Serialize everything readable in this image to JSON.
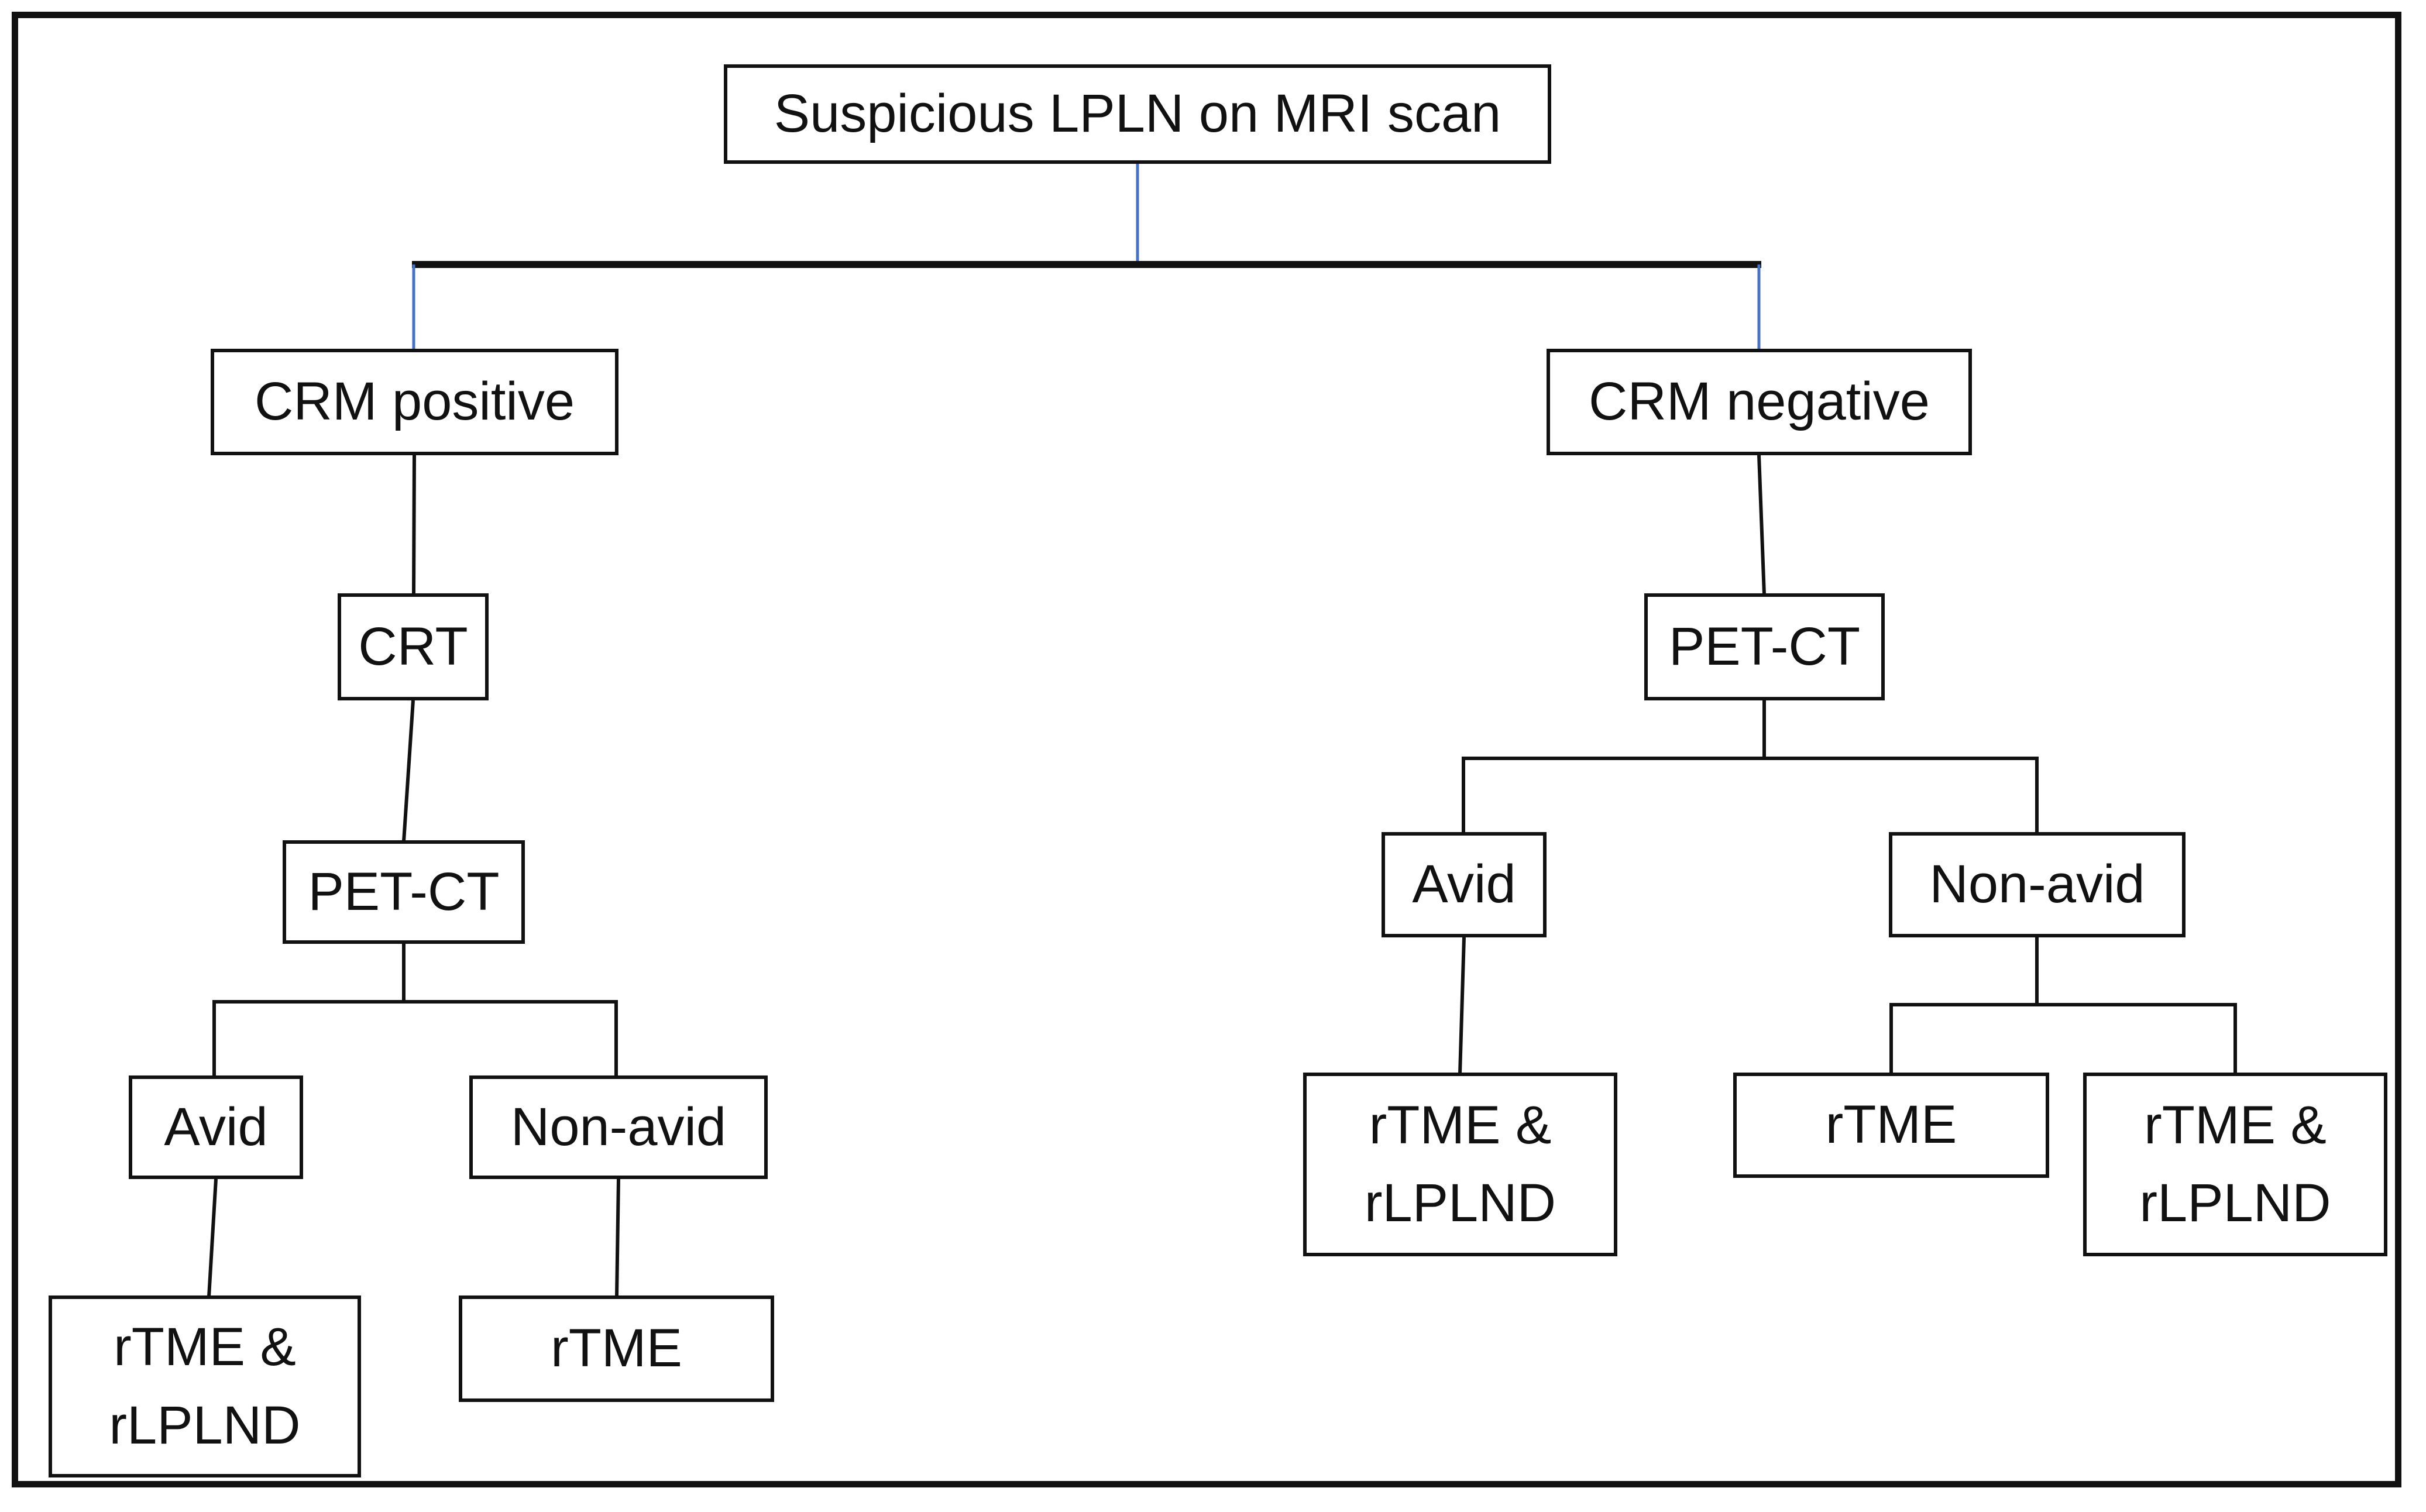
{
  "figure": {
    "background": "#ffffff",
    "frame_color": "#111111",
    "box_border_color": "#111111",
    "connector_color": "#111111",
    "accent_connector_color": "#4472c4",
    "text_color": "#111111"
  },
  "nodes": {
    "root": {
      "lines": [
        "Suspicious LPLN on MRI scan"
      ]
    },
    "crm_positive": {
      "lines": [
        "CRM positive"
      ]
    },
    "crm_negative": {
      "lines": [
        "CRM negative"
      ]
    },
    "crt": {
      "lines": [
        "CRT"
      ]
    },
    "petct_left": {
      "lines": [
        "PET-CT"
      ]
    },
    "avid_left": {
      "lines": [
        "Avid"
      ]
    },
    "nonavid_left": {
      "lines": [
        "Non-avid"
      ]
    },
    "leaf_avid_left": {
      "lines": [
        "rTME &",
        "rLPLND"
      ]
    },
    "leaf_nonavid_left": {
      "lines": [
        "rTME"
      ]
    },
    "petct_right": {
      "lines": [
        "PET-CT"
      ]
    },
    "avid_right": {
      "lines": [
        "Avid"
      ]
    },
    "nonavid_right": {
      "lines": [
        "Non-avid"
      ]
    },
    "leaf_avid_right": {
      "lines": [
        "rTME &",
        "rLPLND"
      ]
    },
    "leaf_nonavid_right_tme": {
      "lines": [
        "rTME"
      ]
    },
    "leaf_nonavid_right_both": {
      "lines": [
        "rTME &",
        "rLPLND"
      ]
    }
  },
  "edges": [
    {
      "from": "root",
      "to": "crm_positive"
    },
    {
      "from": "root",
      "to": "crm_negative"
    },
    {
      "from": "crm_positive",
      "to": "crt"
    },
    {
      "from": "crt",
      "to": "petct_left"
    },
    {
      "from": "petct_left",
      "to": "avid_left"
    },
    {
      "from": "petct_left",
      "to": "nonavid_left"
    },
    {
      "from": "avid_left",
      "to": "leaf_avid_left"
    },
    {
      "from": "nonavid_left",
      "to": "leaf_nonavid_left"
    },
    {
      "from": "crm_negative",
      "to": "petct_right"
    },
    {
      "from": "petct_right",
      "to": "avid_right"
    },
    {
      "from": "petct_right",
      "to": "nonavid_right"
    },
    {
      "from": "avid_right",
      "to": "leaf_avid_right"
    },
    {
      "from": "nonavid_right",
      "to": "leaf_nonavid_right_tme"
    },
    {
      "from": "nonavid_right",
      "to": "leaf_nonavid_right_both"
    }
  ]
}
